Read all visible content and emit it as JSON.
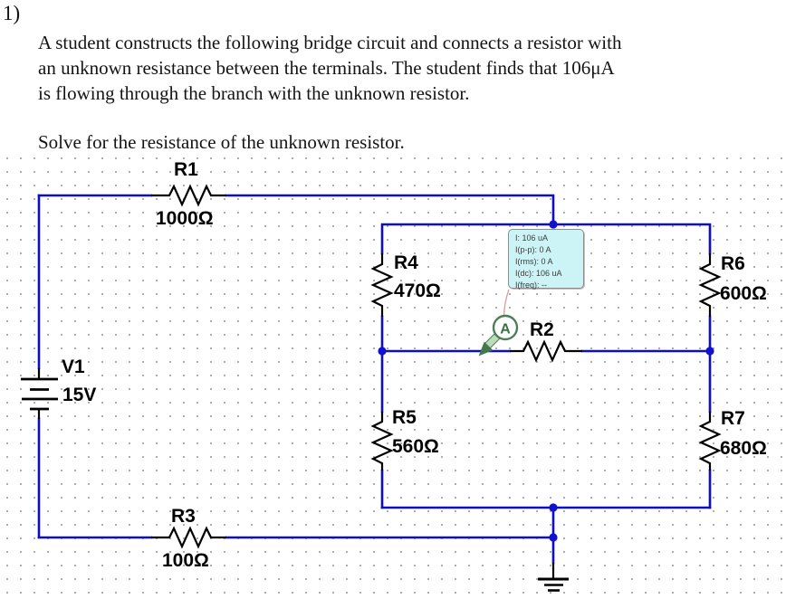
{
  "problem": {
    "number": "1)",
    "lines": [
      "A student constructs the following bridge circuit and connects a resistor with",
      "an unknown resistance between the terminals. The student finds that 106μA",
      "is flowing through the branch with the unknown resistor."
    ],
    "prompt": "Solve for the resistance of the unknown resistor."
  },
  "circuit": {
    "resistors": {
      "r1": {
        "label": "R1",
        "value": "1000Ω"
      },
      "r2": {
        "label": "R2"
      },
      "r3": {
        "label": "R3",
        "value": "100Ω"
      },
      "r4": {
        "label": "R4",
        "value": "470Ω"
      },
      "r5": {
        "label": "R5",
        "value": "560Ω"
      },
      "r6": {
        "label": "R6",
        "value": "600Ω"
      },
      "r7": {
        "label": "R7",
        "value": "680Ω"
      }
    },
    "source": {
      "label": "V1",
      "value": "15V"
    },
    "ammeter_probe": {
      "label": "A"
    },
    "tooltip": {
      "lines": [
        "I: 106 uA",
        "I(p-p): 0 A",
        "I(rms): 0 A",
        "I(dc): 106 uA",
        "I(freq): --"
      ]
    },
    "colors": {
      "wire": "#0d0dc4",
      "symbol": "#000000",
      "probe_ring": "#4e7d57",
      "probe_arrow_fill": "#b9dcba",
      "tooltip_bg": "#ccf4f6",
      "tooltip_border": "#8c8c8c",
      "grid_dot": "#9e9e9e"
    }
  }
}
